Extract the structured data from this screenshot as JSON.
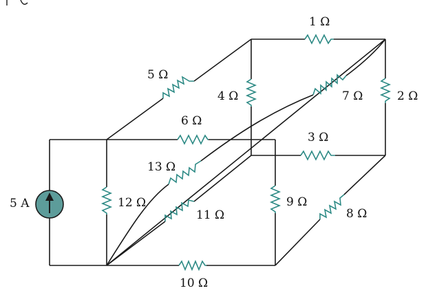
{
  "colors": {
    "wire": "#1a1a1a",
    "resistor": "#2d8a85",
    "source_fill": "#5d9c9a",
    "source_stroke": "#1a1a1a",
    "background": "#ffffff"
  },
  "source": {
    "label": "5 A",
    "icon": "current-source-up-arrow-icon"
  },
  "resistors": [
    {
      "id": "r1",
      "label": "1 Ω"
    },
    {
      "id": "r2",
      "label": "2 Ω"
    },
    {
      "id": "r3",
      "label": "3 Ω"
    },
    {
      "id": "r4",
      "label": "4 Ω"
    },
    {
      "id": "r5",
      "label": "5 Ω"
    },
    {
      "id": "r6",
      "label": "6 Ω"
    },
    {
      "id": "r7",
      "label": "7 Ω"
    },
    {
      "id": "r8",
      "label": "8 Ω"
    },
    {
      "id": "r9",
      "label": "9 Ω"
    },
    {
      "id": "r10",
      "label": "10 Ω"
    },
    {
      "id": "r11",
      "label": "11 Ω"
    },
    {
      "id": "r12",
      "label": "12 Ω"
    },
    {
      "id": "r13",
      "label": "13 Ω"
    }
  ]
}
